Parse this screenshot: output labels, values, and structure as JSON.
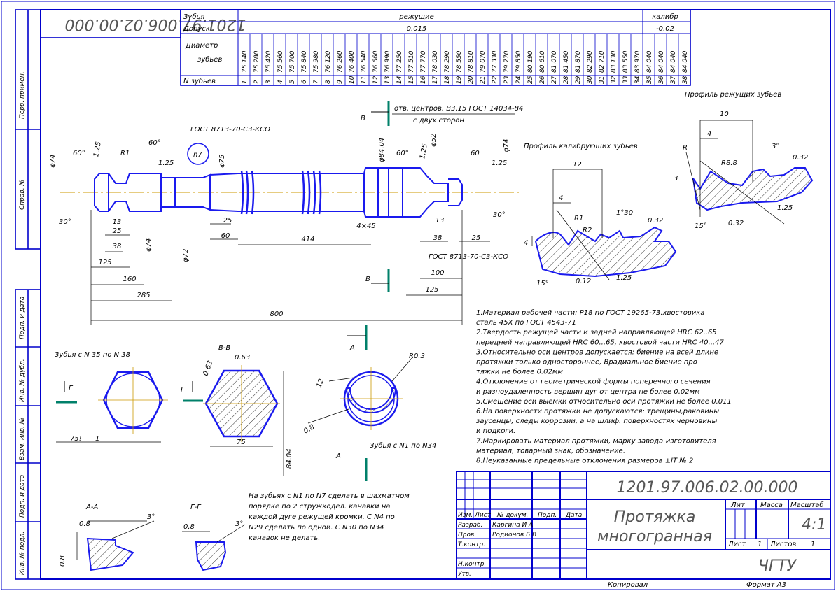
{
  "drawing_number": "1201.97.006.02.00.000",
  "title_block": {
    "name_line1": "Протяжка",
    "name_line2": "многогранная",
    "org": "ЧГТУ",
    "lit_label": "Лит",
    "mass_label": "Масса",
    "scale_label": "Масштаб",
    "scale": "4:1",
    "sheet_label": "Лист",
    "sheet": "1",
    "sheets_label": "Листов",
    "sheets": "1",
    "rows": [
      {
        "role": "Изм.",
        "c2": "Лист",
        "c3": "№ докум.",
        "c4": "Подп.",
        "c5": "Дата"
      },
      {
        "role": "Разраб.",
        "name": "Каргина И А"
      },
      {
        "role": "Пров.",
        "name": "Родионов Б В"
      },
      {
        "role": "Т.контр.",
        "name": ""
      },
      {
        "role": "Н.контр.",
        "name": ""
      },
      {
        "role": "Утв.",
        "name": ""
      }
    ],
    "copied": "Копировал",
    "format": "Формат  A3"
  },
  "side_labels": [
    "Перв. примен.",
    "Справ. №",
    "Подп. и дата",
    "Инв. № дубл.",
    "Взам. инв. №",
    "Подп. и дата",
    "Инв. № подл."
  ],
  "teeth_table": {
    "row1_label": "Зубья",
    "row1_mid": "режущие",
    "row1_right": "калибр",
    "row2_label": "Допуск",
    "row2_mid": "0.015",
    "row2_right": "-0.02",
    "row3_label_1": "Диаметр",
    "row3_label_2": "зубьев",
    "row4_label": "N зубьев",
    "diameters": [
      "75.140",
      "75.280",
      "75.420",
      "75.560",
      "75.700",
      "75.840",
      "75.980",
      "76.120",
      "76.260",
      "76.400",
      "76.540",
      "76.660",
      "76.990",
      "77.250",
      "77.510",
      "77.770",
      "78.030",
      "78.290",
      "78.550",
      "78.810",
      "79.070",
      "77.330",
      "79.770",
      "79.850",
      "80.190",
      "80.610",
      "81.070",
      "81.450",
      "81.870",
      "82.290",
      "82.710",
      "83.130",
      "83.550",
      "83.970",
      "84.040",
      "84.040",
      "84.040",
      "84.040"
    ],
    "numbers": [
      "1",
      "2",
      "3",
      "4",
      "5",
      "6",
      "7",
      "8",
      "9",
      "10",
      "11",
      "12",
      "13",
      "14",
      "15",
      "16",
      "17",
      "18",
      "19",
      "20",
      "21",
      "22",
      "23",
      "24",
      "25",
      "26",
      "27",
      "28",
      "29",
      "30",
      "31",
      "32",
      "33",
      "34",
      "35",
      "36",
      "37",
      "38"
    ]
  },
  "labels": {
    "center_holes_1": "отв. центров. В3.15 ГОСТ 14034-84",
    "center_holes_2": "с двух сторон",
    "view_b": "В",
    "view_b2": "В",
    "gost_left": "ГОСТ 8713-70-С3-КСО",
    "gost_right": "ГОСТ 8713-70-С3-КСО",
    "calib_profile": "Профиль калибрующих зубьев",
    "cut_profile": "Профиль режущих зубьев",
    "teeth_35_38": "Зубья с N 35 по N 38",
    "section_bb": "В-В",
    "teeth_1_34": "Зубья с N1 по N34",
    "section_aa": "А-А",
    "section_gg": "Г-Г",
    "arrow_a1": "А",
    "arrow_a2": "А",
    "arrow_g1": "Г",
    "arrow_g2": "Г",
    "n7": "n7"
  },
  "dims": {
    "d800": "800",
    "d285": "285",
    "d160": "160",
    "d125": "125",
    "d38": "38",
    "d25a": "25",
    "d13a": "13",
    "d60": "60",
    "d25b": "25",
    "d414": "414",
    "d4x45": "4×45",
    "d13b": "13",
    "d38b": "38",
    "d25c": "25",
    "d100": "100",
    "d125b": "125",
    "phi74a": "φ74",
    "phi74b": "φ74",
    "phi72": "φ72",
    "phi75": "φ75",
    "phi84": "φ84.04",
    "phi52": "φ52",
    "phi74c": "φ74",
    "a60a": "60°",
    "a60b": "60°",
    "a60c": "60°",
    "a60d": "60",
    "a30a": "30°",
    "a30b": "30°",
    "r1": "R1",
    "r125": "1.25",
    "r125b": "1.25",
    "c125": "1.25",
    "c125b": "1.25",
    "c12": "12",
    "c4": "4",
    "c2r": "R2",
    "c1r": "R1",
    "c130": "1°30",
    "c032": "0.32",
    "c15": "15°",
    "c012": "0.12",
    "p10": "10",
    "p4": "4",
    "pr": "R",
    "p3": "3",
    "p3deg": "3°",
    "p032": "0.32",
    "p88": "R8.8",
    "p125": "1.25",
    "p15": "15°",
    "h751": "75!",
    "h1": "1",
    "b063a": "0.63",
    "b063b": "0.63",
    "b75": "75",
    "b8404": "84.04",
    "ar03": "R0.3",
    "a12": "12",
    "a08": "0.8",
    "sa08": "0.8",
    "sa3": "3°",
    "sa08b": "0.8",
    "sg08": "0.8",
    "sg3": "3°"
  },
  "tech_notes": [
    "1.Материал рабочей части: Р18 по ГОСТ 19265-73,хвостовика",
    "   сталь 45Х по ГОСТ 4543-71",
    "2.Твердость режущей части и задней направляющей HRC 62..65",
    "  передней направляющей HRC 60...65, хвостовой части HRC 40...47",
    "3.Относительно оси центров допускается: биение на всей длине",
    "   протяжки только одностороннее, Врадиальное биение про-",
    "   тяжки не более 0.02мм",
    "4.Отклонение от геометрической формы поперечного сечения",
    "   и разноудаленность вершин дуг от центра не более 0.02мм",
    "5.Смещение оси выемки относительно оси протяжки не более 0.011",
    "6.На поверхности протяжки не допускаются: трещины,раковины",
    "  заусенцы, следы коррозии, а на шлиф. поверхностях черновины",
    "   и подкоги.",
    "7.Маркировать материал протяжки, марку завода-изготовителя",
    "   материал, товарный знак, обозначение.",
    "8.Неуказанные предельные отклонения размеров ±IT  № 2"
  ],
  "groove_note": [
    "На зубьях с N1 по N7 сделать в шахматном",
    "порядке по 2 стружкодел. канавки на",
    "каждой дуге режущей кромки. С N4 по",
    "N29 сделать по одной. С N30 по N34",
    "   канавок не делать."
  ],
  "colors": {
    "frame": "#0000cc",
    "part": "#1a1aee",
    "dim": "#000000",
    "axis": "#cc9900",
    "green": "#00806a"
  }
}
